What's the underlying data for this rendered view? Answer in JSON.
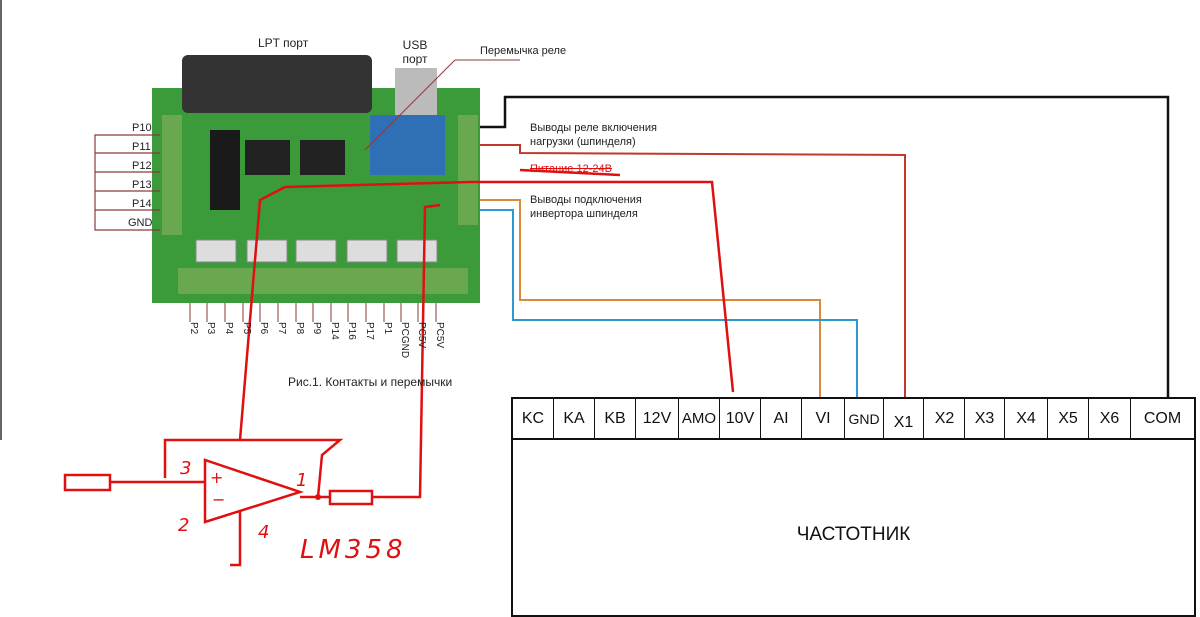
{
  "board": {
    "lpt_label": "LPT порт",
    "usb_label": "USB порт",
    "relay_jumper_label": "Перемычка реле",
    "relay_outputs_label": "Выводы реле включения нагрузки (шпинделя)",
    "power_label": "Питание 12-24В",
    "inverter_outputs_label": "Выводы подключения инвертора шпинделя",
    "left_pins": [
      "P10",
      "P11",
      "P12",
      "P13",
      "P14",
      "GND"
    ],
    "bottom_pins": [
      "P2",
      "P3",
      "P4",
      "P5",
      "P6",
      "P7",
      "P8",
      "P9",
      "P14",
      "P16",
      "P17",
      "P1",
      "PCGND",
      "PC5V",
      "PC5V"
    ],
    "caption": "Рис.1. Контакты и перемычки"
  },
  "inverter": {
    "title": "ЧАСТОТНИК",
    "terminals": [
      "KC",
      "KA",
      "KB",
      "12V",
      "AMO",
      "10V",
      "AI",
      "VI",
      "GND",
      "X1",
      "X2",
      "X3",
      "X4",
      "X5",
      "X6",
      "COM"
    ]
  },
  "opamp": {
    "chip_label": "LM358",
    "pin_labels": [
      "3",
      "2",
      "1",
      "4"
    ],
    "plus": "+",
    "minus": "−"
  },
  "colors": {
    "red": "#e01010",
    "black": "#111111",
    "orange": "#d98a3a",
    "blue": "#2a9ad0",
    "board": "#3b9a3a",
    "wire_brown": "#8b3a3a"
  }
}
